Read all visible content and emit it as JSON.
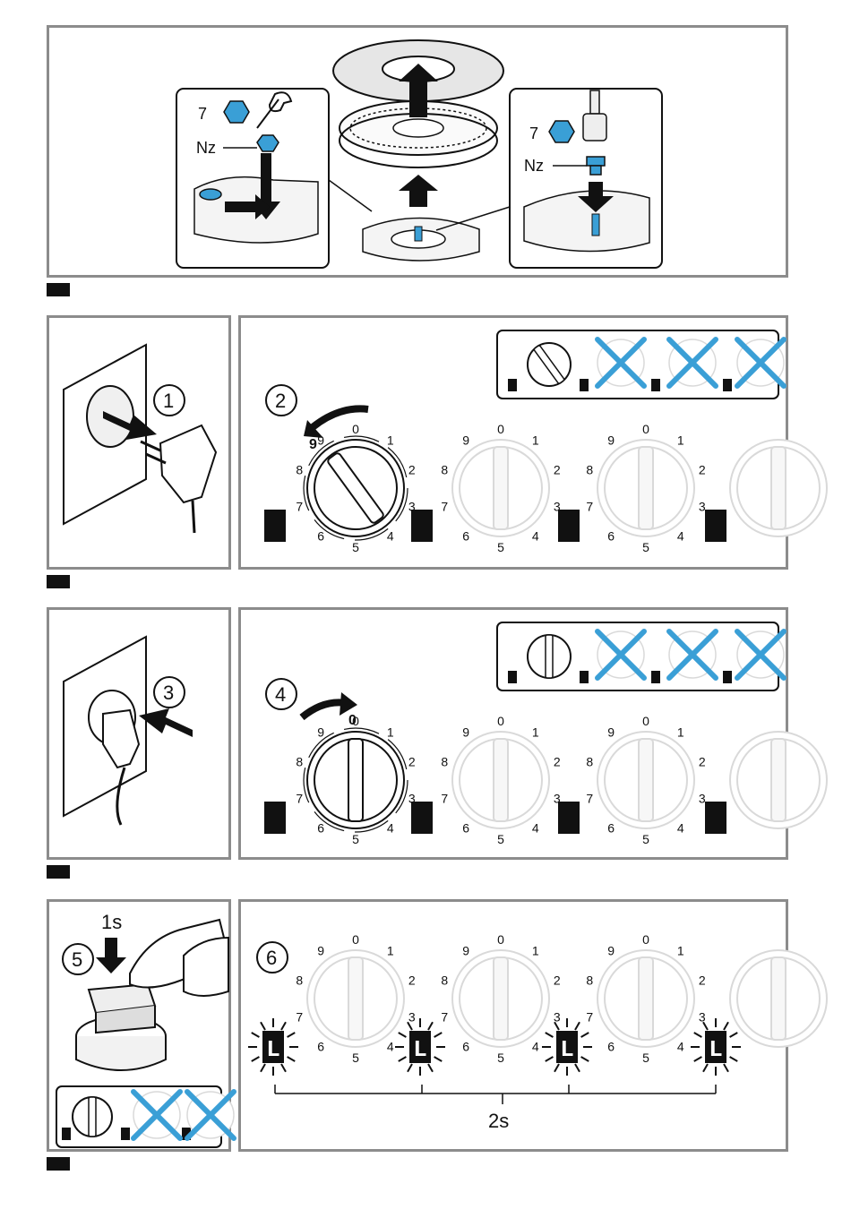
{
  "step1": {
    "left_nut_label": "7",
    "left_nozzle_label": "Nz",
    "right_nut_label": "7",
    "right_nozzle_label": "Nz"
  },
  "step2": {
    "plug_step": "1",
    "knob_step": "2",
    "knob_position_label": "9"
  },
  "step3": {
    "plug_step": "3",
    "knob_step": "4",
    "knob_position_label": "0"
  },
  "step4": {
    "press_step": "5",
    "press_duration": "1s",
    "display_step": "6",
    "interval": "2s",
    "display_glyph": "L"
  },
  "dial_numbers": [
    "0",
    "1",
    "2",
    "3",
    "4",
    "5",
    "6",
    "7",
    "8",
    "9"
  ],
  "colors": {
    "border": "#8c8c8c",
    "accent_blue": "#3a9fd6",
    "faded": "#d9d9d9"
  },
  "icons": [
    "burner-cap-icon",
    "wrench-icon",
    "socket-wrench-icon",
    "hex-nut-icon",
    "nozzle-icon",
    "plug-icon",
    "knob-icon",
    "cross-mark-icon",
    "display-icon",
    "hand-icon",
    "arrow-icon"
  ]
}
